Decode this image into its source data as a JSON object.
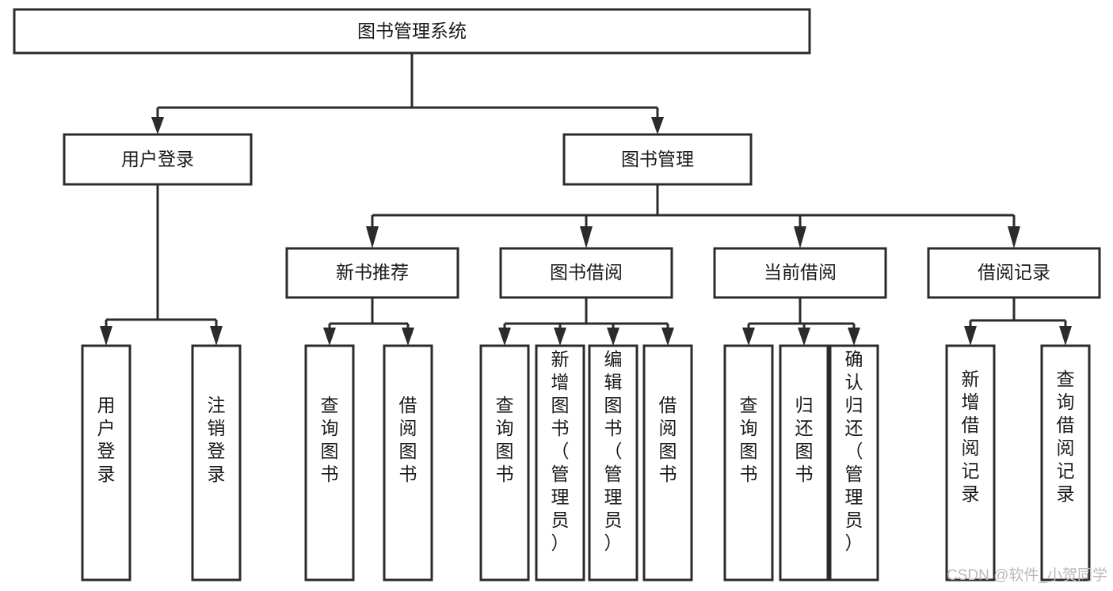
{
  "diagram": {
    "kind": "tree-hierarchy-chart",
    "title": "图书管理系统",
    "root": {
      "id": "root",
      "label": "图书管理系统"
    },
    "level2": [
      {
        "id": "user-login",
        "label": "用户登录"
      },
      {
        "id": "book-manage",
        "label": "图书管理"
      }
    ],
    "level3": [
      {
        "id": "new-book-recommend",
        "label": "新书推荐",
        "parent": "book-manage"
      },
      {
        "id": "book-borrow",
        "label": "图书借阅",
        "parent": "book-manage"
      },
      {
        "id": "current-borrow",
        "label": "当前借阅",
        "parent": "book-manage"
      },
      {
        "id": "borrow-record",
        "label": "借阅记录",
        "parent": "book-manage"
      }
    ],
    "leaves": [
      {
        "id": "leaf-user-login",
        "label": "用户登录",
        "parent": "user-login"
      },
      {
        "id": "leaf-logout-login",
        "label": "注销登录",
        "parent": "user-login"
      },
      {
        "id": "leaf-query-book-1",
        "label": "查询图书",
        "parent": "new-book-recommend"
      },
      {
        "id": "leaf-borrow-book-1",
        "label": "借阅图书",
        "parent": "new-book-recommend"
      },
      {
        "id": "leaf-query-book-2",
        "label": "查询图书",
        "parent": "book-borrow"
      },
      {
        "id": "leaf-add-book",
        "label": "新增图书（管理员）",
        "parent": "book-borrow"
      },
      {
        "id": "leaf-edit-book",
        "label": "编辑图书（管理员）",
        "parent": "book-borrow"
      },
      {
        "id": "leaf-borrow-book-2",
        "label": "借阅图书",
        "parent": "book-borrow"
      },
      {
        "id": "leaf-query-book-3",
        "label": "查询图书",
        "parent": "current-borrow"
      },
      {
        "id": "leaf-return-book",
        "label": "归还图书",
        "parent": "current-borrow"
      },
      {
        "id": "leaf-confirm-return",
        "label": "确认归还（管理员）",
        "parent": "current-borrow"
      },
      {
        "id": "leaf-add-record",
        "label": "新增借阅记录",
        "parent": "borrow-record"
      },
      {
        "id": "leaf-query-record",
        "label": "查询借阅记录",
        "parent": "borrow-record"
      }
    ],
    "colors": {
      "stroke": "#2b2b2b",
      "fill": "#ffffff",
      "text": "#1a1a1a",
      "watermark": "#b9b9b9",
      "background": "#ffffff"
    }
  },
  "watermark": {
    "text": "CSDN @软件_小贺同学"
  }
}
